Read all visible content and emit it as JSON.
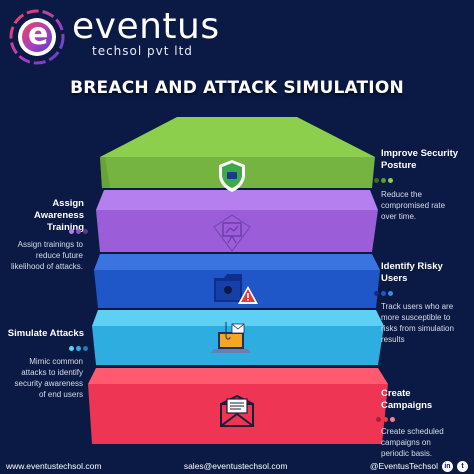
{
  "brand": {
    "name": "eventus",
    "tagline": "techsol pvt ltd",
    "logo_letter": "e"
  },
  "title": "BREACH AND ATTACK SIMULATION",
  "layers": [
    {
      "name": "Improve Security Posture",
      "desc_lines": [
        "Reduce the",
        "compromised rate",
        "over time."
      ],
      "color": "#75b440",
      "icon": "shield-icon"
    },
    {
      "name_lines": [
        "Assign Awareness",
        "Training"
      ],
      "desc_lines": [
        "Assign trainings to",
        "reduce future",
        "likelihood of attacks."
      ],
      "color": "#9b5ed8",
      "icon": "training-board-icon"
    },
    {
      "name_lines": [
        "Identify Risky",
        "Users"
      ],
      "desc_lines": [
        "Track users who are",
        "more susceptible to",
        "risks from simulation",
        "results"
      ],
      "color": "#1f57c8",
      "icon": "folder-warning-icon"
    },
    {
      "name_lines": [
        "Simulate Attacks"
      ],
      "desc_lines": [
        "Mimic  common",
        "attacks to identify",
        "security awareness",
        "of end users"
      ],
      "color": "#2eaee0",
      "icon": "laptop-phishing-icon"
    },
    {
      "name_lines": [
        "Create",
        "Campaigns"
      ],
      "desc_lines": [
        "Create scheduled",
        "campaigns on",
        "periodic basis."
      ],
      "color": "#ee3553",
      "icon": "email-icon"
    }
  ],
  "right_top": {
    "name_lines": [
      "Improve Security",
      "Posture"
    ],
    "desc_lines": [
      "Reduce the",
      "compromised rate",
      "over time."
    ]
  },
  "footer": {
    "website": "www.eventustechsol.com",
    "email": "sales@eventustechsol.com",
    "handle": "@EventusTechsol",
    "linkedin_glyph": "in",
    "twitter_glyph": "t"
  },
  "colors": {
    "background": "#0b1a45",
    "green": "#75b440",
    "purple": "#9b5ed8",
    "blue": "#1f57c8",
    "cyan": "#2eaee0",
    "red": "#ee3553"
  }
}
